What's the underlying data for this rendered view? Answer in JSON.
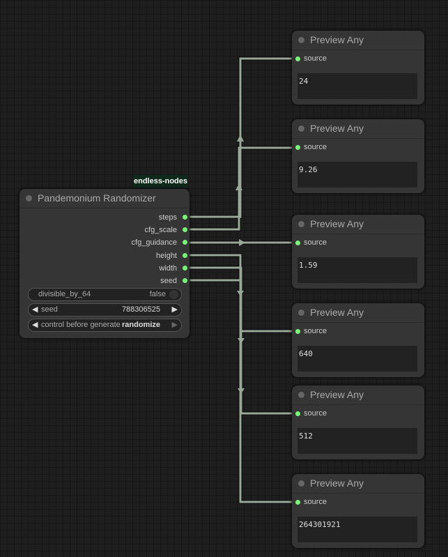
{
  "randomizer": {
    "title": "Pandemonium Randomizer",
    "badge": "endless-nodes",
    "outputs": [
      "steps",
      "cfg_scale",
      "cfg_guidance",
      "height",
      "width",
      "seed"
    ],
    "widgets": {
      "divisible_label": "divisible_by_64",
      "divisible_value": "false",
      "seed_label": "seed",
      "seed_value": "788306525",
      "control_label": "control before generate",
      "control_value": "randomize"
    }
  },
  "previews": [
    {
      "title": "Preview Any",
      "input": "source",
      "value": "24"
    },
    {
      "title": "Preview Any",
      "input": "source",
      "value": "9.26"
    },
    {
      "title": "Preview Any",
      "input": "source",
      "value": "1.59"
    },
    {
      "title": "Preview Any",
      "input": "source",
      "value": "640"
    },
    {
      "title": "Preview Any",
      "input": "source",
      "value": "512"
    },
    {
      "title": "Preview Any",
      "input": "source",
      "value": "264301921"
    }
  ],
  "colors": {
    "link": "#9aa89a",
    "slot": "#7cf27c",
    "badge": "#0f2a1b"
  }
}
